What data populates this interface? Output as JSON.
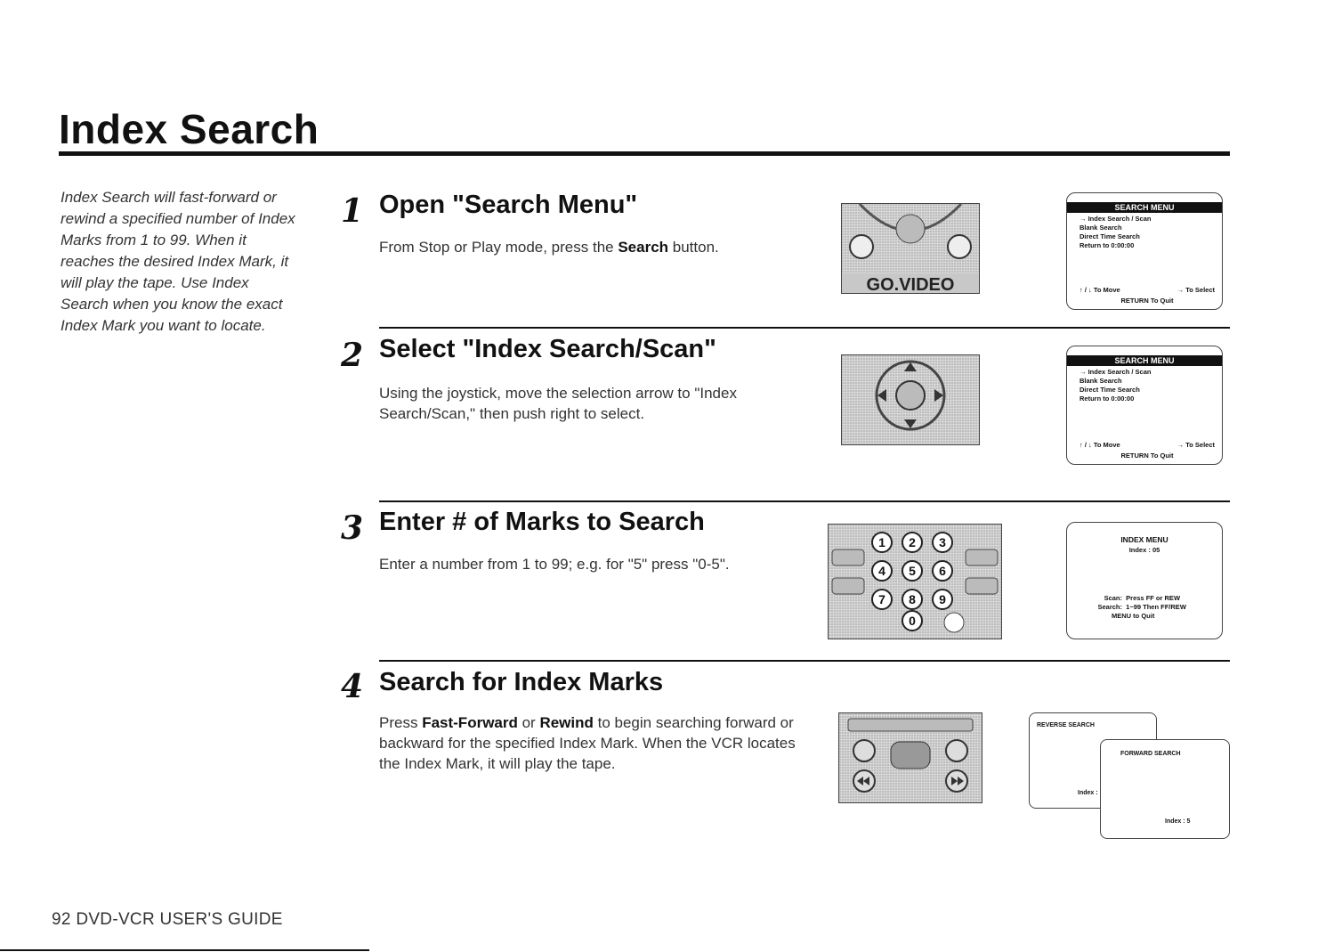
{
  "page_title": "Index Search",
  "intro_text": "Index Search will fast-forward or rewind a specified number of Index Marks from 1 to 99. When it reaches the desired Index Mark, it will play the tape. Use Index Search when you know the exact Index Mark you want to locate.",
  "steps": [
    {
      "number": "1",
      "title": "Open \"Search Menu\"",
      "body_pre": "From Stop or Play mode, press the ",
      "body_bold": "Search",
      "body_post": " button.",
      "remote_logo": "GO.VIDEO",
      "screen": {
        "header": "SEARCH MENU",
        "items": [
          "Index Search / Scan",
          "Blank Search",
          "Direct Time Search",
          "Return to 0:00:00"
        ],
        "nav": "↑ / ↓  To Move",
        "select": "→  To Select",
        "quit": "RETURN To Quit"
      }
    },
    {
      "number": "2",
      "title": "Select \"Index Search/Scan\"",
      "body": "Using the joystick, move the selection arrow to \"Index Search/Scan,\" then push right to select.",
      "screen": {
        "header": "SEARCH MENU",
        "items": [
          "Index Search / Scan",
          "Blank Search",
          "Direct Time Search",
          "Return to 0:00:00"
        ],
        "nav": "↑ / ↓  To Move",
        "select": "→  To Select",
        "quit": "RETURN To Quit"
      }
    },
    {
      "number": "3",
      "title": "Enter # of Marks to Search",
      "body": "Enter a number from 1 to 99; e.g. for \"5\" press \"0-5\".",
      "keys": [
        "1",
        "2",
        "3",
        "4",
        "5",
        "6",
        "7",
        "8",
        "9",
        "0"
      ],
      "screen": {
        "header": "INDEX MENU",
        "index_line": "Index : 05",
        "scan_label": "Scan:",
        "scan_value": "Press FF or REW",
        "search_label": "Search:",
        "search_value": "1~99 Then FF/REW",
        "quit": "MENU  to  Quit"
      }
    },
    {
      "number": "4",
      "title": "Search for Index Marks",
      "body_pre": "Press ",
      "bold1": "Fast-Forward",
      "body_mid": " or ",
      "bold2": "Rewind",
      "body_post": " to begin searching forward or backward for the specified Index Mark. When the VCR locates the Index Mark, it will play the tape.",
      "screen_back": {
        "header": "REVERSE SEARCH",
        "index": "Index :"
      },
      "screen_front": {
        "header": "FORWARD SEARCH",
        "index": "Index : 5"
      }
    }
  ],
  "footer": "92  DVD-VCR USER'S GUIDE"
}
